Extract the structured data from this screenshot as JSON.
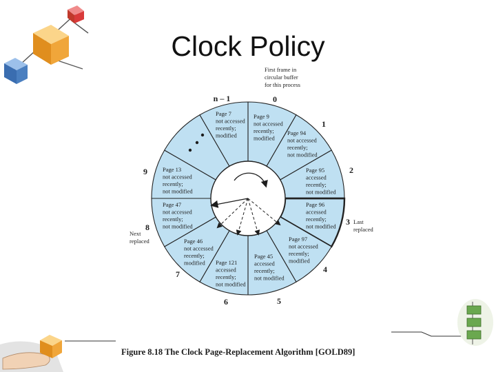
{
  "title": "Clock Policy",
  "caption": "Figure 8.18 The Clock Page-Replacement Algorithm [GOLD89]",
  "annotations": {
    "first_frame": [
      "First frame in",
      "circular buffer",
      "for this process"
    ],
    "next_replaced": [
      "Next",
      "replaced"
    ],
    "last_replaced": [
      "Last",
      "replaced"
    ]
  },
  "slot_numbers": [
    "n – 1",
    "0",
    "1",
    "2",
    "3",
    "4",
    "5",
    "6",
    "7",
    "8",
    "9"
  ],
  "frames": [
    {
      "lines": [
        "Page 9",
        "not accessed",
        "recently;",
        "modified"
      ]
    },
    {
      "lines": [
        "Page 94",
        "not accessed",
        "recently;",
        "not modified"
      ]
    },
    {
      "lines": [
        "Page 95",
        "accessed",
        "recently;",
        "not modified"
      ]
    },
    {
      "lines": [
        "Page 96",
        "accessed",
        "recently;",
        "not modified"
      ]
    },
    {
      "lines": [
        "Page 97",
        "not accessed",
        "recently;",
        "modified"
      ]
    },
    {
      "lines": [
        "Page 45",
        "accessed",
        "recently;",
        "not modified"
      ]
    },
    {
      "lines": [
        "Page 121",
        "accessed",
        "recently;",
        "not modified"
      ]
    },
    {
      "lines": [
        "Page 46",
        "not accessed",
        "recently;",
        "modified"
      ]
    },
    {
      "lines": [
        "Page 47",
        "not accessed",
        "recently;",
        "not modified"
      ]
    },
    {
      "lines": [
        "Page 13",
        "not accessed",
        "recently;",
        "not modified"
      ]
    },
    {
      "lines": []
    },
    {
      "lines": [
        "Page 7",
        "not accessed",
        "recently;",
        "modified"
      ]
    }
  ],
  "colors": {
    "ring_fill": "#bfe0f2",
    "ring_stroke": "#222222",
    "clipart_red": "#d93a3a",
    "clipart_orange": "#f0a63a",
    "clipart_blue": "#4a7fc0",
    "clipart_green": "#6aa84f"
  },
  "icons": [
    "cube-cluster-clipart",
    "hand-cube-clipart",
    "stacked-blocks-clipart"
  ]
}
